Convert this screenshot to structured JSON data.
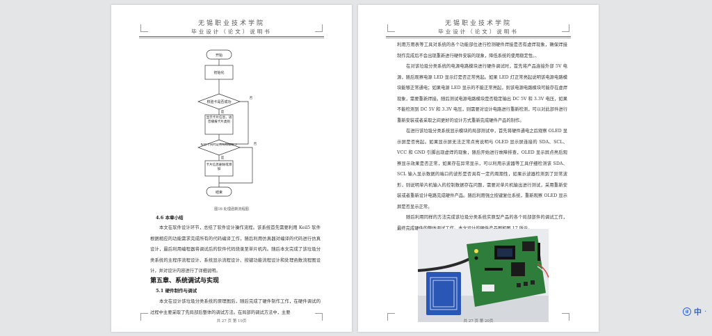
{
  "header": {
    "school": "无锡职业技术学院",
    "doc": "毕业设计（论文）说明书"
  },
  "left_page": {
    "flow": {
      "start": "开始",
      "init": "初始化",
      "check_card": "校验卡是否成功",
      "yes1": "是",
      "no1": "否",
      "show_info": "显示卡片信息，语音播报卡片类别",
      "check_time": "校验卡间时是否有按键按下",
      "yes2": "是",
      "no2": "否",
      "delete_add": "卡片信息删除或添加",
      "end": "结束"
    },
    "figure_caption": "图16  处理函数流程图",
    "section_46": "4.6 本章小结",
    "para_46": "本文在软件设计环节，总结了软件设计操作流程。该系统首先需要利用 Keil5 软件根据相应的功能需求完成所有的代码编译工作，随后利用仿真器对编译的代码进行仿真设计，最后利用编程器将调试后的软件代码烧录至单片机内。随后本文完成了该垃圾分类系统的主程序流程设计、系统显示流程设计、按键功能流程设计和处理函数流程图设计，并对设计内容进行了详细说明。",
    "chapter_5": "第五章、系统调试与实现",
    "section_51": "5.1 硬件制作与调试",
    "para_51": "本文在设计该垃圾分类系统的原理图后，随后完成了硬件制作工作，在硬件调试的过程中主要采取了先局部后整体的调试方法。在局部的调试方法中，主要",
    "footer": "共 27 页 第 19页"
  },
  "right_page": {
    "para_1": "利用万用表等工具对系统的各个功能部位进行检测硬件焊接是否有虚焊现象，确保焊接制作完成后不会出现重新进行硬件安装的现象，降低系统的使用稳定性。、",
    "para_2": "在对该垃圾分类系统的电源电路模块进行硬件调试时，首先将产品连接外部 5V 电源，随后观察电源 LED 显示灯是否正常亮起。如果 LED 灯正常亮起说明该电源电路模块能够正常通电；如果电源 LED 显示的不能正常亮起，则该电源电路模块可能存在虚焊现象，需要重新焊接。随后测试电源电路模块是否稳定输出 DC 5V 和 3.3V 电压，如果不能检测到 DC 5V 和 3.3V 电压，则需要对设计电路进行重新检测，可以对此部件进行重新安装或者采取之间更好的设计方式重新完成硬件产品的制作。",
    "para_3": "在进行该垃圾分类系统显示模块的局部测试中，首先将硬件通电之后观察 OLED 显示屏是否亮起。如果显示屏无法正常点亮说明与 OLED 显示屏连接的 SDA、SCL、VCC 和 GND 引脚出现虚焊的现象，随后开始进行故障排查，OLED 显示屏点亮后观察显示效果是否正常，如果存在异常显示，可以利用示波器等工具仔细检测该 SDA、SCL 输入显示数据的端口的波形是否具有一定的周期性，如果示波器检测到了异常波形，则说明单片机输入的控制数据存在问题，需要对单片机输出进行测试，采用重新安装或者重新设计电路完成硬件产品。随后利用强立按键复位系统，重新观察 OLED 显示屏是否显示正常。",
    "para_4": "随后利用同样的方法完成该垃圾分类系统实原型产品的各个局部部件的调试工作，最终完成硬件的整体调试工作。本文设计的硬件产品图如图 17 所示。",
    "footer": "共 27 页 第 20页"
  },
  "side_widget": {
    "label": "中",
    "extra": "·"
  }
}
